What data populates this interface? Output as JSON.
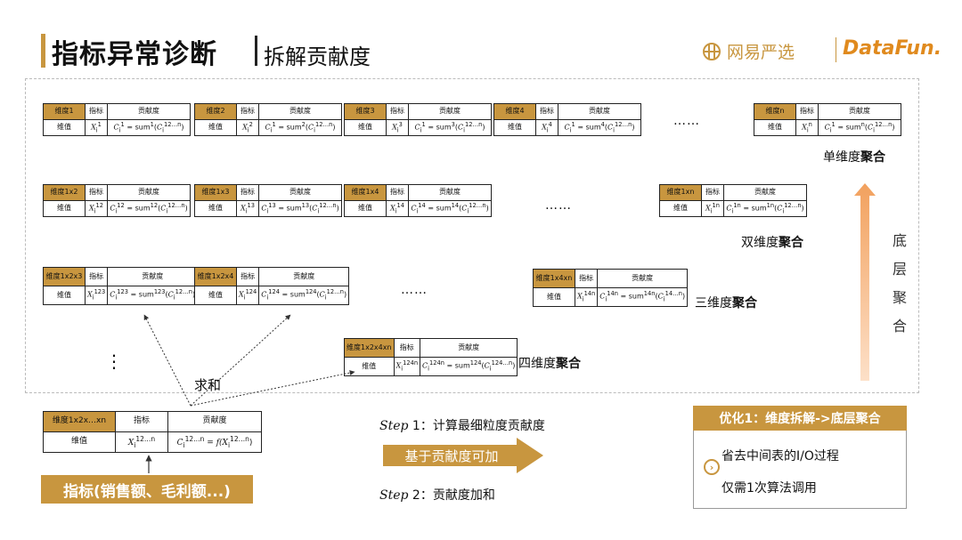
{
  "title": {
    "main": "指标异常诊断",
    "sub": "拆解贡献度"
  },
  "logos": {
    "netease": "网易严选",
    "datafun": "DataFun."
  },
  "colors": {
    "accent": "#c8963f",
    "arrow": "#f2a15e"
  },
  "headers": {
    "index": "指标",
    "contribution": "贡献度",
    "value": "维值"
  },
  "single": [
    {
      "dim": "维度1",
      "x": "X",
      "xsup": "1",
      "c": "C",
      "csup": "1",
      "f": "= sum",
      "fsup": "1",
      "arg": "C",
      "argsup": "12…n"
    },
    {
      "dim": "维度2",
      "x": "X",
      "xsup": "2",
      "c": "C",
      "csup": "1",
      "f": "= sum",
      "fsup": "2",
      "arg": "C",
      "argsup": "12…n"
    },
    {
      "dim": "维度3",
      "x": "X",
      "xsup": "3",
      "c": "C",
      "csup": "1",
      "f": "= sum",
      "fsup": "3",
      "arg": "C",
      "argsup": "12…n"
    },
    {
      "dim": "维度4",
      "x": "X",
      "xsup": "4",
      "c": "C",
      "csup": "1",
      "f": "= sum",
      "fsup": "4",
      "arg": "C",
      "argsup": "12…n"
    },
    {
      "dim": "维度n",
      "x": "X",
      "xsup": "n",
      "c": "C",
      "csup": "1",
      "f": "= sum",
      "fsup": "n",
      "arg": "C",
      "argsup": "12…n"
    }
  ],
  "double": [
    {
      "dim": "维度1x2",
      "x": "X",
      "xsup": "12",
      "c": "C",
      "csup": "12",
      "f": "= sum",
      "fsup": "12",
      "arg": "C",
      "argsup": "12…n"
    },
    {
      "dim": "维度1x3",
      "x": "X",
      "xsup": "13",
      "c": "C",
      "csup": "13",
      "f": "= sum",
      "fsup": "13",
      "arg": "C",
      "argsup": "12…n"
    },
    {
      "dim": "维度1x4",
      "x": "X",
      "xsup": "14",
      "c": "C",
      "csup": "14",
      "f": "= sum",
      "fsup": "14",
      "arg": "C",
      "argsup": "12…n"
    },
    {
      "dim": "维度1xn",
      "x": "X",
      "xsup": "1n",
      "c": "C",
      "csup": "1n",
      "f": "= sum",
      "fsup": "1n",
      "arg": "C",
      "argsup": "12…n"
    }
  ],
  "triple": [
    {
      "dim": "维度1x2x3",
      "x": "X",
      "xsup": "123",
      "c": "C",
      "csup": "123",
      "f": "= sum",
      "fsup": "123",
      "arg": "C",
      "argsup": "12…n"
    },
    {
      "dim": "维度1x2x4",
      "x": "X",
      "xsup": "124",
      "c": "C",
      "csup": "124",
      "f": "= sum",
      "fsup": "124",
      "arg": "C",
      "argsup": "12…n"
    },
    {
      "dim": "维度1x4xn",
      "x": "X",
      "xsup": "14n",
      "c": "C",
      "csup": "14n",
      "f": "= sum",
      "fsup": "14n",
      "arg": "C",
      "argsup": "14…n"
    }
  ],
  "quad": {
    "dim": "维度1x2x4xn",
    "x": "X",
    "xsup": "124n",
    "c": "C",
    "csup": "124n",
    "f": "= sum",
    "fsup": "124",
    "arg": "C",
    "argsup": "124…n"
  },
  "base": {
    "dim": "维度1x2x…xn",
    "x": "X",
    "xsup": "12…n",
    "c": "C",
    "csup": "12…n",
    "f": "= f(X",
    "fsup": "12…n",
    "close": ")"
  },
  "sub_i": "i",
  "labels": {
    "single": {
      "a": "单维度",
      "b": "聚合"
    },
    "double": {
      "a": "双维度",
      "b": "聚合"
    },
    "triple": {
      "a": "三维度",
      "b": "聚合"
    },
    "quad": {
      "a": "四维度",
      "b": "聚合"
    }
  },
  "dots": {
    "h": "……",
    "v": "⋮"
  },
  "sum_label": "求和",
  "vertical_label": [
    "底",
    "层",
    "聚",
    "合"
  ],
  "steps": {
    "s1": {
      "step": "Step",
      "num": "1",
      "text": "：计算最细粒度贡献度"
    },
    "s2": {
      "step": "Step",
      "num": "2",
      "text": "：贡献度加和"
    },
    "arrow_text": "基于贡献度可加"
  },
  "base_button": "指标(销售额、毛利额...)",
  "optimization": {
    "head": "优化1：维度拆解->底层聚合",
    "items": [
      "省去中间表的I/O过程",
      "仅需1次算法调用"
    ]
  }
}
